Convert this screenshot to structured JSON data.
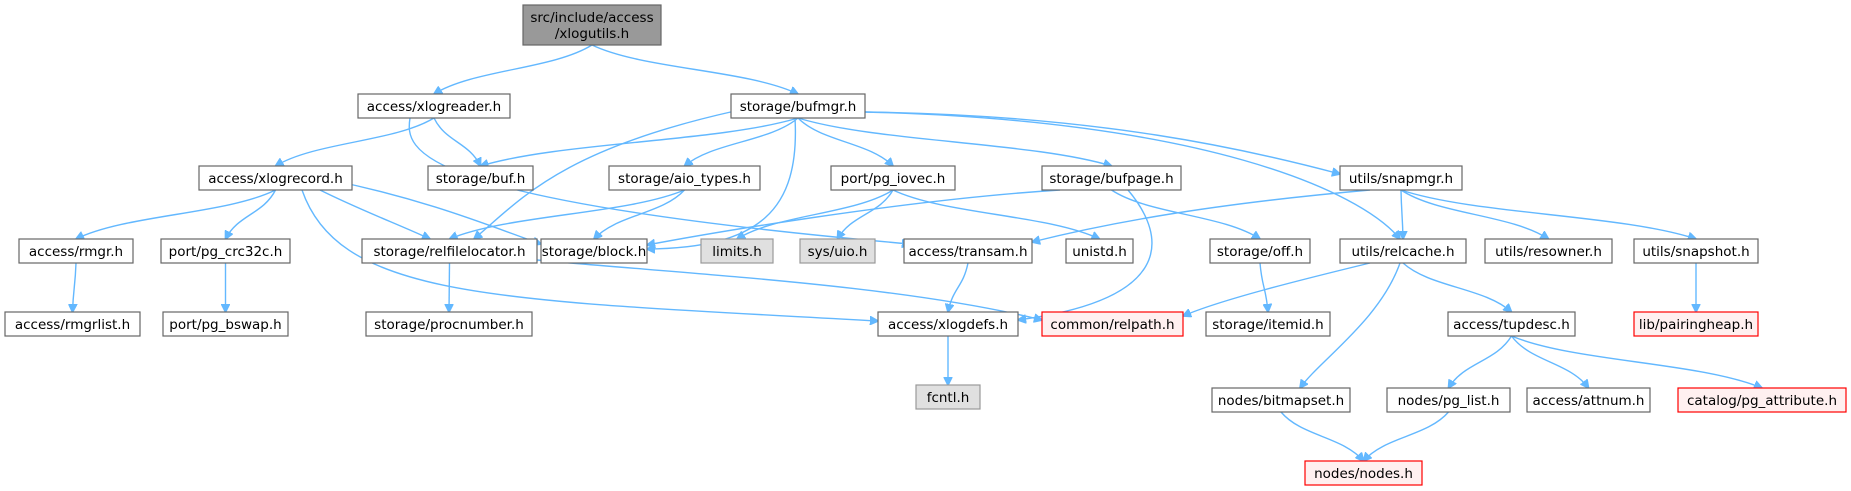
{
  "diagram": {
    "type": "include-dependency-graph",
    "colors": {
      "edge": "#63b8ff",
      "root_fill": "#999999",
      "root_stroke": "#666666",
      "normal_fill": "#ffffff",
      "normal_stroke": "#666666",
      "system_fill": "#e0e0e0",
      "system_stroke": "#999999",
      "missing_fill": "#fff0f0",
      "missing_stroke": "#ff0000"
    },
    "nodes": [
      {
        "id": "root",
        "lines": [
          "src/include/access",
          "/xlogutils.h"
        ],
        "style": "root"
      },
      {
        "id": "xlogreader",
        "lines": [
          "access/xlogreader.h"
        ],
        "style": "normal"
      },
      {
        "id": "bufmgr",
        "lines": [
          "storage/bufmgr.h"
        ],
        "style": "normal"
      },
      {
        "id": "xlogrecord",
        "lines": [
          "access/xlogrecord.h"
        ],
        "style": "normal"
      },
      {
        "id": "buf",
        "lines": [
          "storage/buf.h"
        ],
        "style": "normal"
      },
      {
        "id": "aio_types",
        "lines": [
          "storage/aio_types.h"
        ],
        "style": "normal"
      },
      {
        "id": "pg_iovec",
        "lines": [
          "port/pg_iovec.h"
        ],
        "style": "normal"
      },
      {
        "id": "bufpage",
        "lines": [
          "storage/bufpage.h"
        ],
        "style": "normal"
      },
      {
        "id": "snapmgr",
        "lines": [
          "utils/snapmgr.h"
        ],
        "style": "normal"
      },
      {
        "id": "rmgr",
        "lines": [
          "access/rmgr.h"
        ],
        "style": "normal"
      },
      {
        "id": "pg_crc32c",
        "lines": [
          "port/pg_crc32c.h"
        ],
        "style": "normal"
      },
      {
        "id": "relfilelocator",
        "lines": [
          "storage/relfilelocator.h"
        ],
        "style": "normal"
      },
      {
        "id": "block",
        "lines": [
          "storage/block.h"
        ],
        "style": "normal"
      },
      {
        "id": "limits",
        "lines": [
          "limits.h"
        ],
        "style": "system"
      },
      {
        "id": "sys_uio",
        "lines": [
          "sys/uio.h"
        ],
        "style": "system"
      },
      {
        "id": "transam",
        "lines": [
          "access/transam.h"
        ],
        "style": "normal"
      },
      {
        "id": "unistd",
        "lines": [
          "unistd.h"
        ],
        "style": "normal"
      },
      {
        "id": "off",
        "lines": [
          "storage/off.h"
        ],
        "style": "normal"
      },
      {
        "id": "relcache",
        "lines": [
          "utils/relcache.h"
        ],
        "style": "normal"
      },
      {
        "id": "resowner",
        "lines": [
          "utils/resowner.h"
        ],
        "style": "normal"
      },
      {
        "id": "snapshot",
        "lines": [
          "utils/snapshot.h"
        ],
        "style": "normal"
      },
      {
        "id": "rmgrlist",
        "lines": [
          "access/rmgrlist.h"
        ],
        "style": "normal"
      },
      {
        "id": "pg_bswap",
        "lines": [
          "port/pg_bswap.h"
        ],
        "style": "normal"
      },
      {
        "id": "procnumber",
        "lines": [
          "storage/procnumber.h"
        ],
        "style": "normal"
      },
      {
        "id": "xlogdefs",
        "lines": [
          "access/xlogdefs.h"
        ],
        "style": "normal"
      },
      {
        "id": "relpath",
        "lines": [
          "common/relpath.h"
        ],
        "style": "missing"
      },
      {
        "id": "itemid",
        "lines": [
          "storage/itemid.h"
        ],
        "style": "normal"
      },
      {
        "id": "tupdesc",
        "lines": [
          "access/tupdesc.h"
        ],
        "style": "normal"
      },
      {
        "id": "pairingheap",
        "lines": [
          "lib/pairingheap.h"
        ],
        "style": "missing"
      },
      {
        "id": "fcntl",
        "lines": [
          "fcntl.h"
        ],
        "style": "system"
      },
      {
        "id": "bitmapset",
        "lines": [
          "nodes/bitmapset.h"
        ],
        "style": "normal"
      },
      {
        "id": "pg_list",
        "lines": [
          "nodes/pg_list.h"
        ],
        "style": "normal"
      },
      {
        "id": "attnum",
        "lines": [
          "access/attnum.h"
        ],
        "style": "normal"
      },
      {
        "id": "pg_attribute",
        "lines": [
          "catalog/pg_attribute.h"
        ],
        "style": "missing"
      },
      {
        "id": "nodes",
        "lines": [
          "nodes/nodes.h"
        ],
        "style": "missing"
      }
    ],
    "edges": [
      {
        "from": "root",
        "to": "xlogreader"
      },
      {
        "from": "root",
        "to": "bufmgr"
      },
      {
        "from": "xlogreader",
        "to": "xlogrecord"
      },
      {
        "from": "xlogreader",
        "to": "buf"
      },
      {
        "from": "xlogreader",
        "to": "transam"
      },
      {
        "from": "bufmgr",
        "to": "buf"
      },
      {
        "from": "bufmgr",
        "to": "aio_types"
      },
      {
        "from": "bufmgr",
        "to": "pg_iovec"
      },
      {
        "from": "bufmgr",
        "to": "bufpage"
      },
      {
        "from": "bufmgr",
        "to": "snapmgr"
      },
      {
        "from": "bufmgr",
        "to": "relfilelocator"
      },
      {
        "from": "bufmgr",
        "to": "block"
      },
      {
        "from": "bufmgr",
        "to": "relcache"
      },
      {
        "from": "xlogrecord",
        "to": "rmgr"
      },
      {
        "from": "xlogrecord",
        "to": "pg_crc32c"
      },
      {
        "from": "xlogrecord",
        "to": "relfilelocator"
      },
      {
        "from": "xlogrecord",
        "to": "block"
      },
      {
        "from": "xlogrecord",
        "to": "xlogdefs"
      },
      {
        "from": "aio_types",
        "to": "relfilelocator"
      },
      {
        "from": "aio_types",
        "to": "block"
      },
      {
        "from": "pg_iovec",
        "to": "limits"
      },
      {
        "from": "pg_iovec",
        "to": "sys_uio"
      },
      {
        "from": "pg_iovec",
        "to": "unistd"
      },
      {
        "from": "bufpage",
        "to": "block"
      },
      {
        "from": "bufpage",
        "to": "off"
      },
      {
        "from": "bufpage",
        "to": "xlogdefs"
      },
      {
        "from": "snapmgr",
        "to": "transam"
      },
      {
        "from": "snapmgr",
        "to": "relcache"
      },
      {
        "from": "snapmgr",
        "to": "resowner"
      },
      {
        "from": "snapmgr",
        "to": "snapshot"
      },
      {
        "from": "rmgr",
        "to": "rmgrlist"
      },
      {
        "from": "pg_crc32c",
        "to": "pg_bswap"
      },
      {
        "from": "relfilelocator",
        "to": "procnumber"
      },
      {
        "from": "relfilelocator",
        "to": "relpath"
      },
      {
        "from": "transam",
        "to": "xlogdefs"
      },
      {
        "from": "off",
        "to": "itemid"
      },
      {
        "from": "relcache",
        "to": "relpath"
      },
      {
        "from": "relcache",
        "to": "tupdesc"
      },
      {
        "from": "relcache",
        "to": "bitmapset"
      },
      {
        "from": "snapshot",
        "to": "pairingheap"
      },
      {
        "from": "xlogdefs",
        "to": "fcntl"
      },
      {
        "from": "tupdesc",
        "to": "pg_list"
      },
      {
        "from": "tupdesc",
        "to": "attnum"
      },
      {
        "from": "tupdesc",
        "to": "pg_attribute"
      },
      {
        "from": "bitmapset",
        "to": "nodes"
      },
      {
        "from": "pg_list",
        "to": "nodes"
      }
    ]
  }
}
